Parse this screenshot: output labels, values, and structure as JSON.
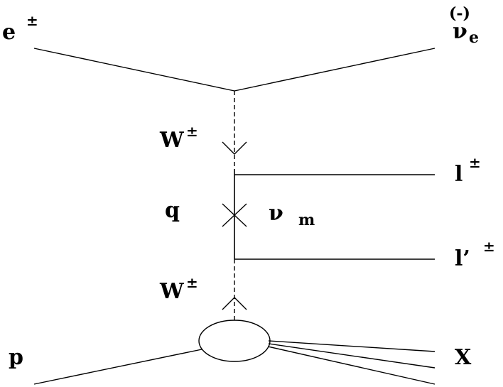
{
  "labels": {
    "e_symbol": "e",
    "e_charge": "±",
    "nu_paren": "(-)",
    "nu_symbol": "ν",
    "nu_sub": "e",
    "w_top_symbol": "W",
    "w_top_charge": "±",
    "w_bottom_symbol": "W",
    "w_bottom_charge": "±",
    "q": "q",
    "nu_m_symbol": "ν",
    "nu_m_sub": "m",
    "lepton1_symbol": "l",
    "lepton1_charge": "±",
    "lepton2_symbol": "l’",
    "lepton2_charge": "±",
    "p": "p",
    "x": "X"
  }
}
